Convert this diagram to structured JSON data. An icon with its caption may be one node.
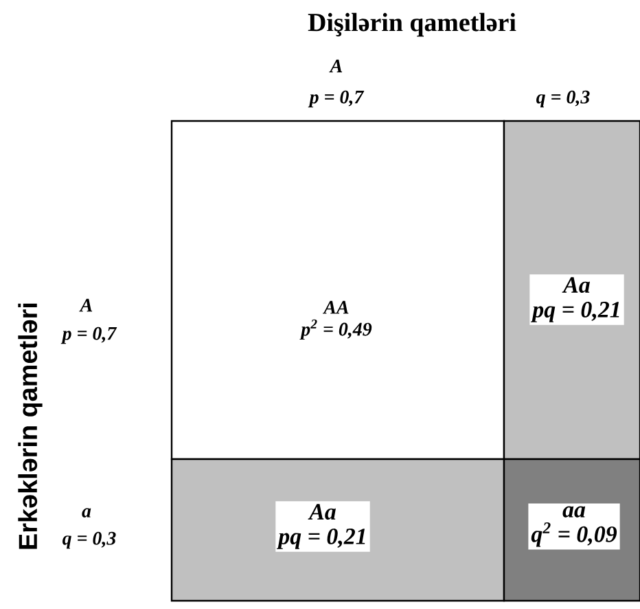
{
  "diagram": {
    "title": "Dişilərin qametləri",
    "nodes": [
      {
        "text": [
          "AA",
          "p$^{2}$ = 0,49"
        ]
      },
      {
        "text": [
          "Aa",
          "pq = 0,21"
        ]
      },
      {
        "text": [
          "Aa",
          "pq = 0,21"
        ]
      },
      {
        "text": [
          "aa",
          "q$^{2}$ = 0,09"
        ]
      }
    ],
    "labels": [
      "A",
      "p = 0,7",
      "q = 0,3",
      "Erkəklərin qametləri",
      "A",
      "p = 0,7",
      "a",
      "q = 0,3"
    ]
  }
}
